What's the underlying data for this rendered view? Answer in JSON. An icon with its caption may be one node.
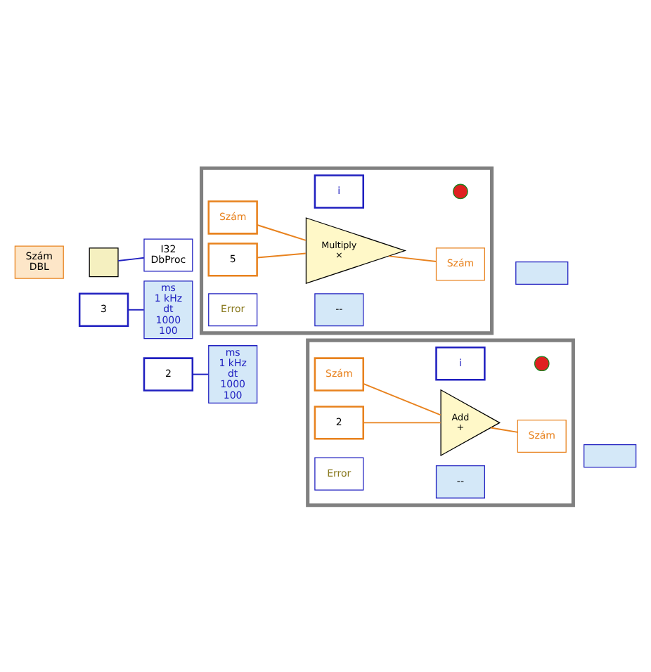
{
  "diagram": {
    "nodes": [
      {
        "text": [
          "Szám",
          "DBL"
        ]
      },
      {
        "text": [],
        "shape": "box"
      },
      {
        "text": [
          "I32",
          "DbProc"
        ]
      },
      {
        "text": [
          "ms",
          "1 kHz",
          "dt",
          "1000",
          "100"
        ]
      },
      {
        "text": [
          "3"
        ]
      },
      {
        "text": [],
        "shape": "box"
      },
      {
        "text": [
          "Error"
        ],
        "in": 5
      },
      {
        "text": [
          "--"
        ],
        "in": 5
      },
      {
        "text": [
          "Szám"
        ],
        "in": 5
      },
      {
        "text": [
          "5"
        ],
        "in": 5
      },
      {
        "text": [
          "Multiply",
          "×"
        ],
        "in": 5
      },
      {
        "text": [
          "Szám"
        ],
        "in": 5
      },
      {
        "text": [
          "i"
        ],
        "in": 5
      },
      {
        "text": [],
        "shape": "circle",
        "in": 5
      },
      {
        "text": [],
        "shape": "box"
      },
      {
        "text": [
          "ms",
          "1 kHz",
          "dt",
          "1000",
          "100"
        ]
      },
      {
        "text": [
          "2"
        ]
      },
      {
        "text": [],
        "shape": "box"
      },
      {
        "text": [
          "Error"
        ],
        "in": 17
      },
      {
        "text": [
          "--"
        ],
        "in": 17
      },
      {
        "text": [
          "Szám"
        ],
        "in": 17
      },
      {
        "text": [
          "2"
        ],
        "in": 17
      },
      {
        "text": [
          "Add",
          "+"
        ],
        "in": 17
      },
      {
        "text": [
          "Szám"
        ],
        "in": 17
      },
      {
        "text": [
          "i"
        ],
        "in": 17
      },
      {
        "text": [],
        "shape": "circle",
        "in": 17
      },
      {
        "text": [],
        "shape": "box"
      }
    ],
    "edges": [
      {
        "from": 1,
        "to": 2,
        "arrow": "none",
        "color": "#2020c0"
      },
      {
        "from": 4,
        "to": 3,
        "arrow": "none",
        "color": "#2020c0"
      },
      {
        "from": 8,
        "to": 10,
        "arrow": "none"
      },
      {
        "from": 9,
        "to": 10,
        "arrow": "none"
      },
      {
        "from": 10,
        "to": 11,
        "arrow": "none"
      },
      {
        "from": 16,
        "to": 15,
        "arrow": "none",
        "color": "#2020c0"
      },
      {
        "from": 20,
        "to": 22,
        "arrow": "none"
      },
      {
        "from": 21,
        "to": 22,
        "arrow": "none"
      },
      {
        "from": 22,
        "to": 23,
        "arrow": "none"
      }
    ]
  }
}
